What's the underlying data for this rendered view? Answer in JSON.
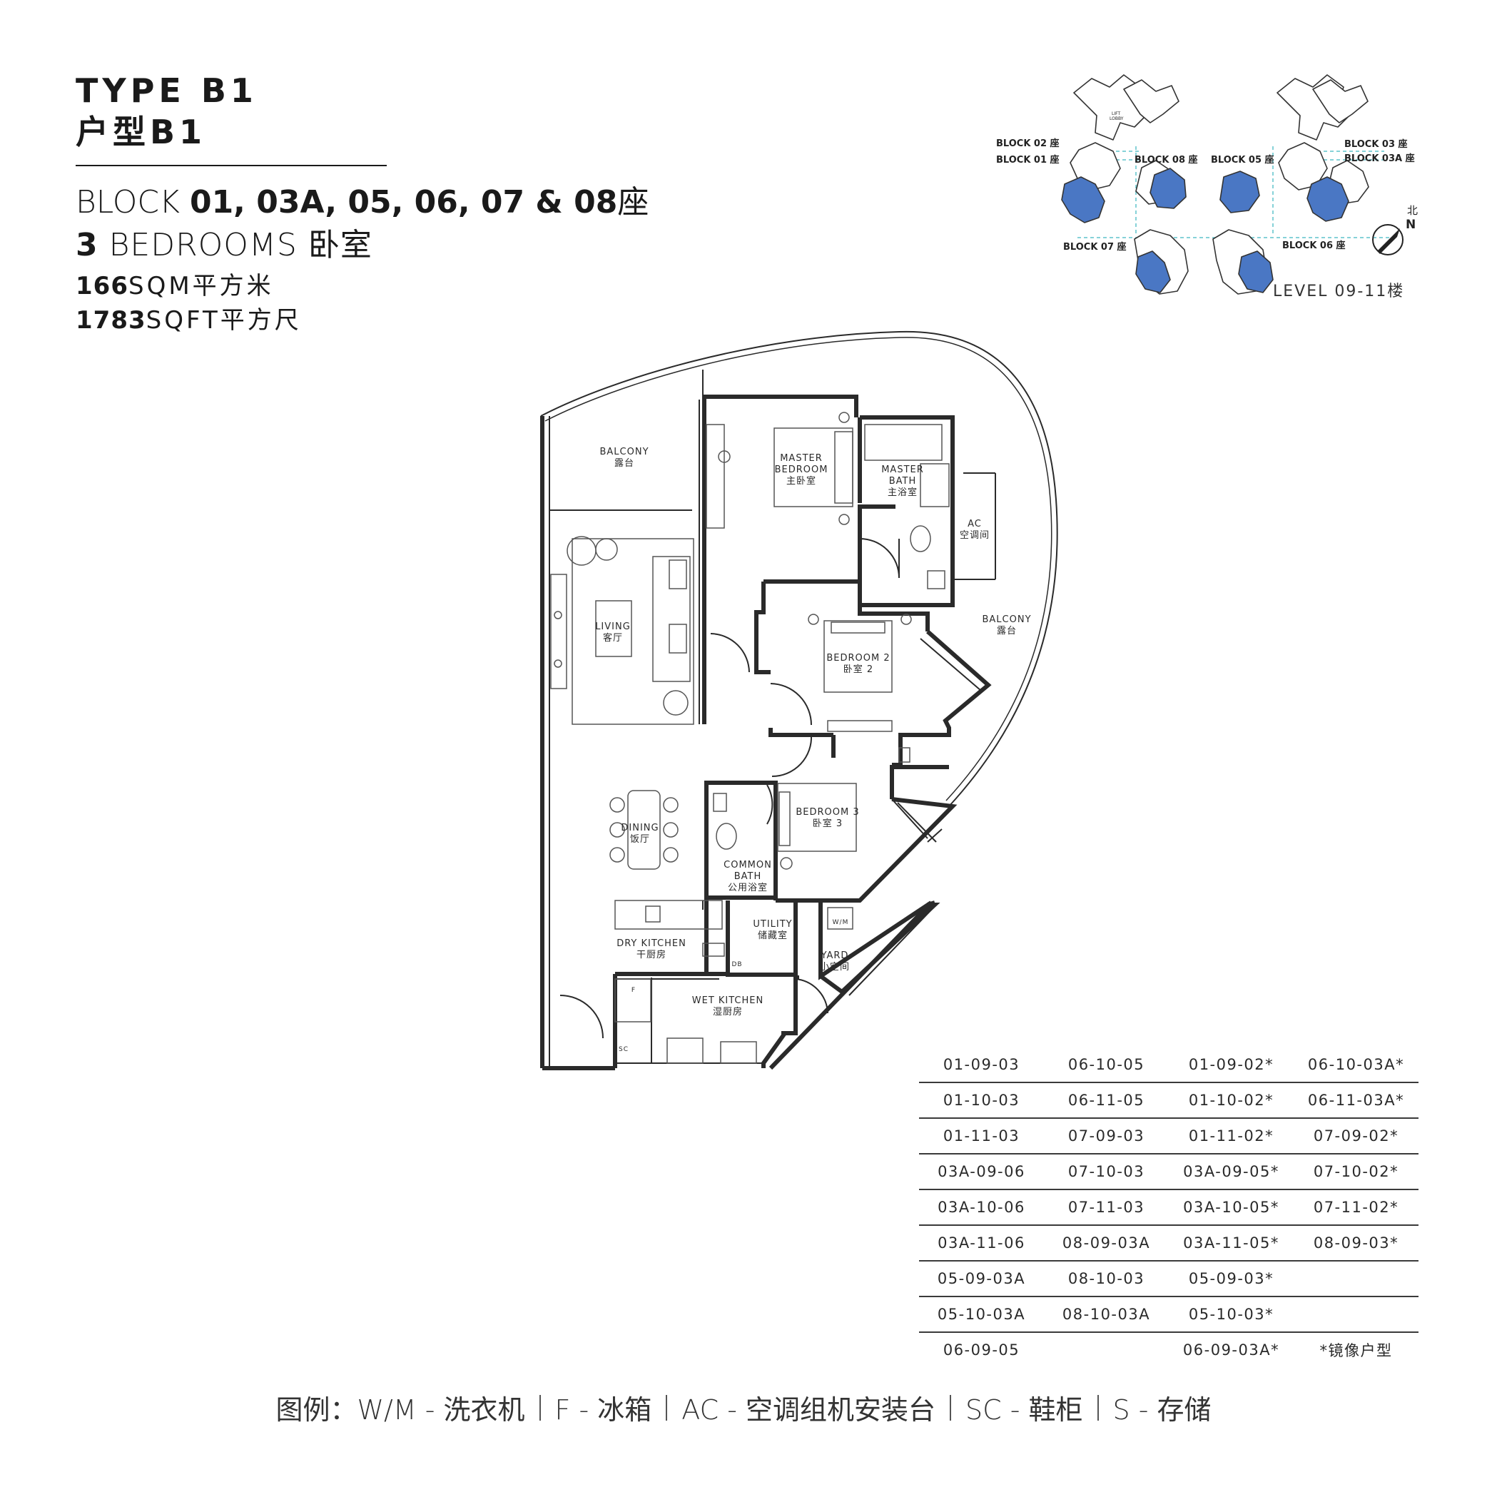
{
  "header": {
    "type_en": "TYPE B1",
    "type_cn": "户型B1",
    "blocks_prefix": "BLOCK ",
    "blocks_bold": "01, 03A, 05, 06, 07 & 08",
    "blocks_suffix": "座",
    "bedrooms_bold": "3",
    "bedrooms_text": " BEDROOMS 卧室",
    "sqm_bold": "166",
    "sqm_text": "SQM平方米",
    "sqft_bold": "1783",
    "sqft_text": "SQFT平方尺"
  },
  "key_plan": {
    "labels": {
      "block02": "BLOCK 02 座",
      "block01": "BLOCK 01 座",
      "block08": "BLOCK 08 座",
      "block05": "BLOCK 05 座",
      "block03": "BLOCK 03 座",
      "block03a": "BLOCK 03A 座",
      "block07": "BLOCK 07 座",
      "block06": "BLOCK 06 座"
    },
    "lift": "LIFT",
    "lobby": "LOBBY",
    "level": "LEVEL 09-11楼",
    "north": "北",
    "north_letter": "N",
    "highlight_color": "#4a77c4"
  },
  "rooms": {
    "balcony_top": [
      "BALCONY",
      "露台"
    ],
    "master_bedroom": [
      "MASTER",
      "BEDROOM",
      "主卧室"
    ],
    "master_bath": [
      "MASTER",
      "BATH",
      "主浴室"
    ],
    "ac": [
      "AC",
      "空调间"
    ],
    "balcony_right": [
      "BALCONY",
      "露台"
    ],
    "living": [
      "LIVING",
      "客厅"
    ],
    "bedroom2": [
      "BEDROOM 2",
      "卧室 2"
    ],
    "bedroom3": [
      "BEDROOM 3",
      "卧室 3"
    ],
    "dining": [
      "DINING",
      "饭厅"
    ],
    "common_bath": [
      "COMMON",
      "BATH",
      "公用浴室"
    ],
    "utility": [
      "UTILITY",
      "储藏室"
    ],
    "wm": "W/M",
    "yard": [
      "YARD",
      "小空间"
    ],
    "dry_kitchen": [
      "DRY KITCHEN",
      "干厨房"
    ],
    "db": "DB",
    "wet_kitchen": [
      "WET KITCHEN",
      "湿厨房"
    ],
    "fridge": "F",
    "sc": "SC"
  },
  "units_table": {
    "rows": [
      [
        "01-09-03",
        "06-10-05",
        "01-09-02*",
        "06-10-03A*"
      ],
      [
        "01-10-03",
        "06-11-05",
        "01-10-02*",
        "06-11-03A*"
      ],
      [
        "01-11-03",
        "07-09-03",
        "01-11-02*",
        "07-09-02*"
      ],
      [
        "03A-09-06",
        "07-10-03",
        "03A-09-05*",
        "07-10-02*"
      ],
      [
        "03A-10-06",
        "07-11-03",
        "03A-10-05*",
        "07-11-02*"
      ],
      [
        "03A-11-06",
        "08-09-03A",
        "03A-11-05*",
        "08-09-03*"
      ],
      [
        "05-09-03A",
        "08-10-03",
        "05-09-03*",
        ""
      ],
      [
        "05-10-03A",
        "08-10-03A",
        "05-10-03*",
        ""
      ],
      [
        "06-09-05",
        "",
        "06-09-03A*",
        "*镜像户型"
      ]
    ]
  },
  "legend": {
    "items": [
      "图例：W/M - 洗衣机",
      "F - 冰箱",
      "AC - 空调组机安装台",
      "SC - 鞋柜",
      "S - 存储"
    ]
  }
}
